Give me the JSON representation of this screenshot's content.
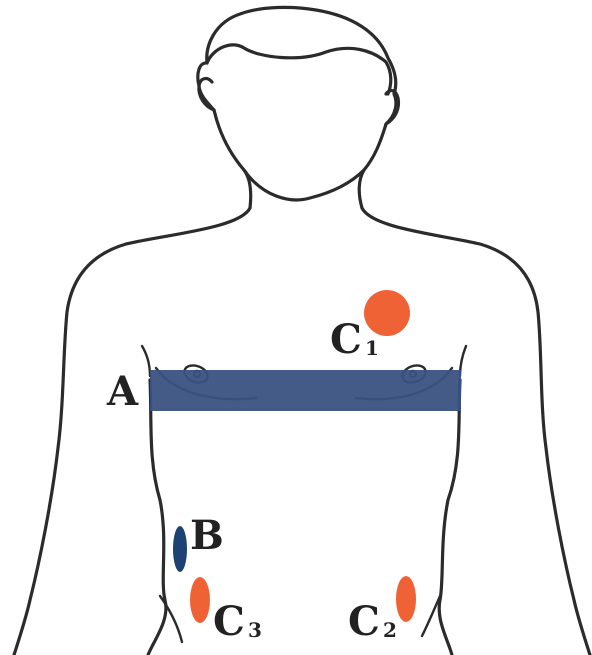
{
  "colors": {
    "outline": "#2b2b2b",
    "band_a": "#3b5281",
    "marker_b": "#1d4273",
    "markers_c": "#ef6236"
  },
  "labels": {
    "a": "A",
    "b": "B",
    "c1": "C",
    "c1_sub": "1",
    "c2": "C",
    "c2_sub": "2",
    "c3": "C",
    "c3_sub": "3"
  }
}
